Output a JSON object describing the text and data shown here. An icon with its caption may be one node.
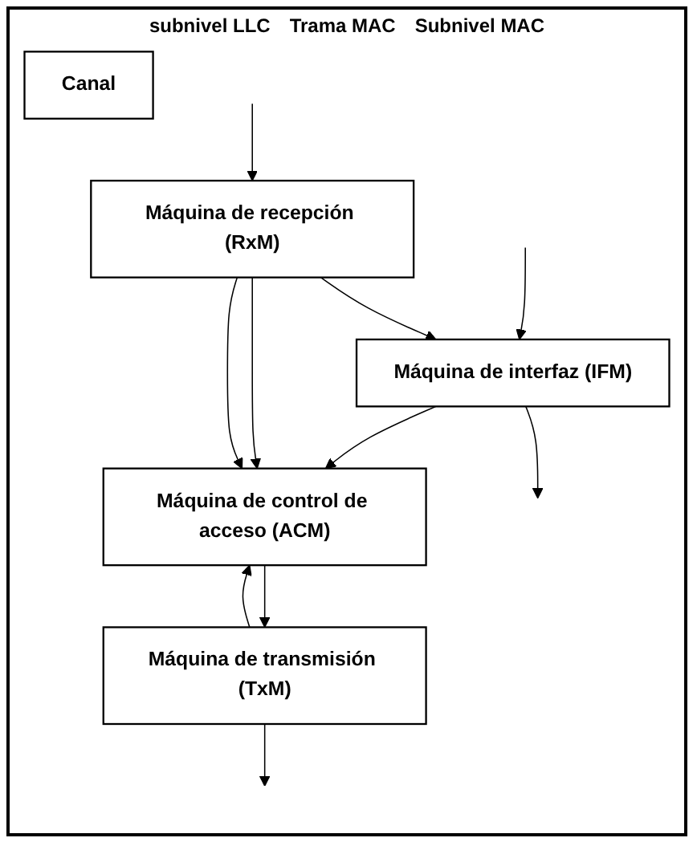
{
  "diagram": {
    "nodes": [
      {
        "text": [
          "Máquina de interfaz (IFM)"
        ]
      },
      {
        "text": [
          "Máquina de control de acceso (ACM)"
        ]
      },
      {
        "text": [
          "Máquina de transmisión (TxM)"
        ]
      },
      {
        "text": [
          "Máquina de recepción (RxM)"
        ]
      },
      {
        "text": [
          "Canal"
        ]
      }
    ],
    "edges": [
      {
        "from": null,
        "to": 0,
        "arrow": "to"
      },
      {
        "from": 0,
        "to": null,
        "arrow": "to"
      },
      {
        "from": 0,
        "to": 1,
        "arrow": "to"
      },
      {
        "from": 1,
        "to": 2,
        "arrow": "to"
      },
      {
        "from": 2,
        "to": 1,
        "arrow": "to"
      },
      {
        "from": 3,
        "to": 0,
        "arrow": "to"
      },
      {
        "from": 3,
        "to": 1,
        "arrow": "to"
      },
      {
        "from": 3,
        "to": 1,
        "arrow": "to"
      },
      {
        "from": 2,
        "to": null,
        "arrow": "to"
      },
      {
        "from": null,
        "to": 3,
        "arrow": "to"
      }
    ],
    "labels": [
      "subnivel LLC",
      "Trama MAC",
      "Subnivel MAC"
    ]
  }
}
